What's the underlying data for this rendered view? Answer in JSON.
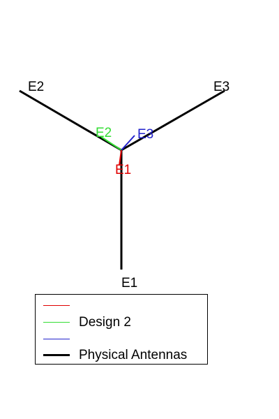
{
  "figure": {
    "physical": {
      "color": "#000000",
      "labels": [
        "E1",
        "E2",
        "E3"
      ]
    },
    "design_arrows": [
      {
        "label": "E1",
        "color": "#e00000"
      },
      {
        "label": "E2",
        "color": "#33dd33"
      },
      {
        "label": "E3",
        "color": "#2222cc"
      }
    ]
  },
  "legend": {
    "items": [
      {
        "label": "",
        "color": "#e00000",
        "style": "thin"
      },
      {
        "label": "Design 2",
        "color": "#33dd33",
        "style": "thin"
      },
      {
        "label": "",
        "color": "#2222cc",
        "style": "thin"
      },
      {
        "label": "Physical Antennas",
        "color": "#000000",
        "style": "thick"
      }
    ]
  }
}
